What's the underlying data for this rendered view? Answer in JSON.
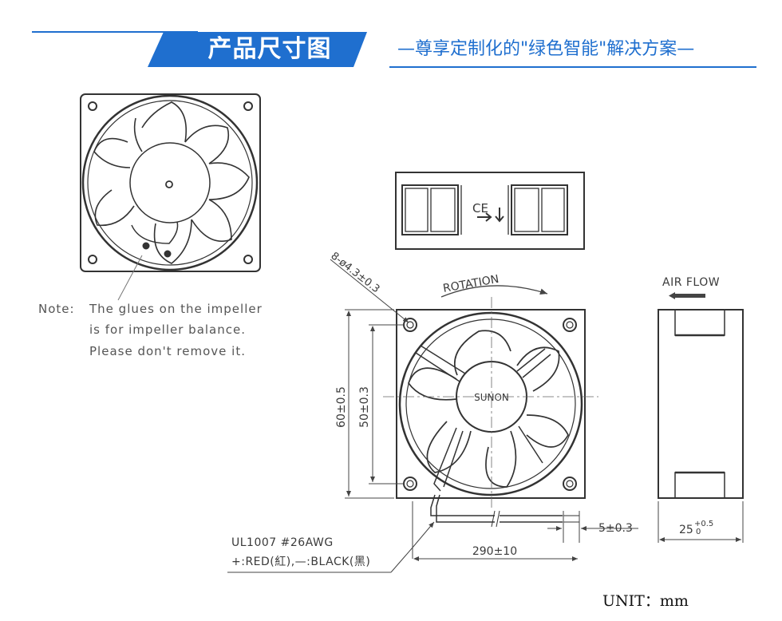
{
  "header": {
    "title": "产品尺寸图",
    "subtitle": "—尊享定制化的\"绿色智能\"解决方案—",
    "accent_color": "#1f6fcf"
  },
  "note": {
    "label": "Note:",
    "lines": [
      "The glues on the impeller",
      "is for impeller balance.",
      "Please don't remove it."
    ]
  },
  "drawing": {
    "hole_spec": "8-ø4.3±0.3",
    "rotation_label": "ROTATION",
    "airflow_label": "AIR FLOW",
    "brand": "SUNON",
    "dim_outer": "60±0.5",
    "dim_holes": "50±0.3",
    "dim_strip": "5±0.3",
    "dim_lead": "290±10",
    "dim_depth": "25",
    "dim_depth_tol_upper": "+0.5",
    "dim_depth_tol_lower": "0",
    "wire_spec": "UL1007  #26AWG",
    "wire_colors": "+:RED(紅),—:BLACK(黑)",
    "label_mark": "CE"
  },
  "unit_label": "UNIT：mm"
}
